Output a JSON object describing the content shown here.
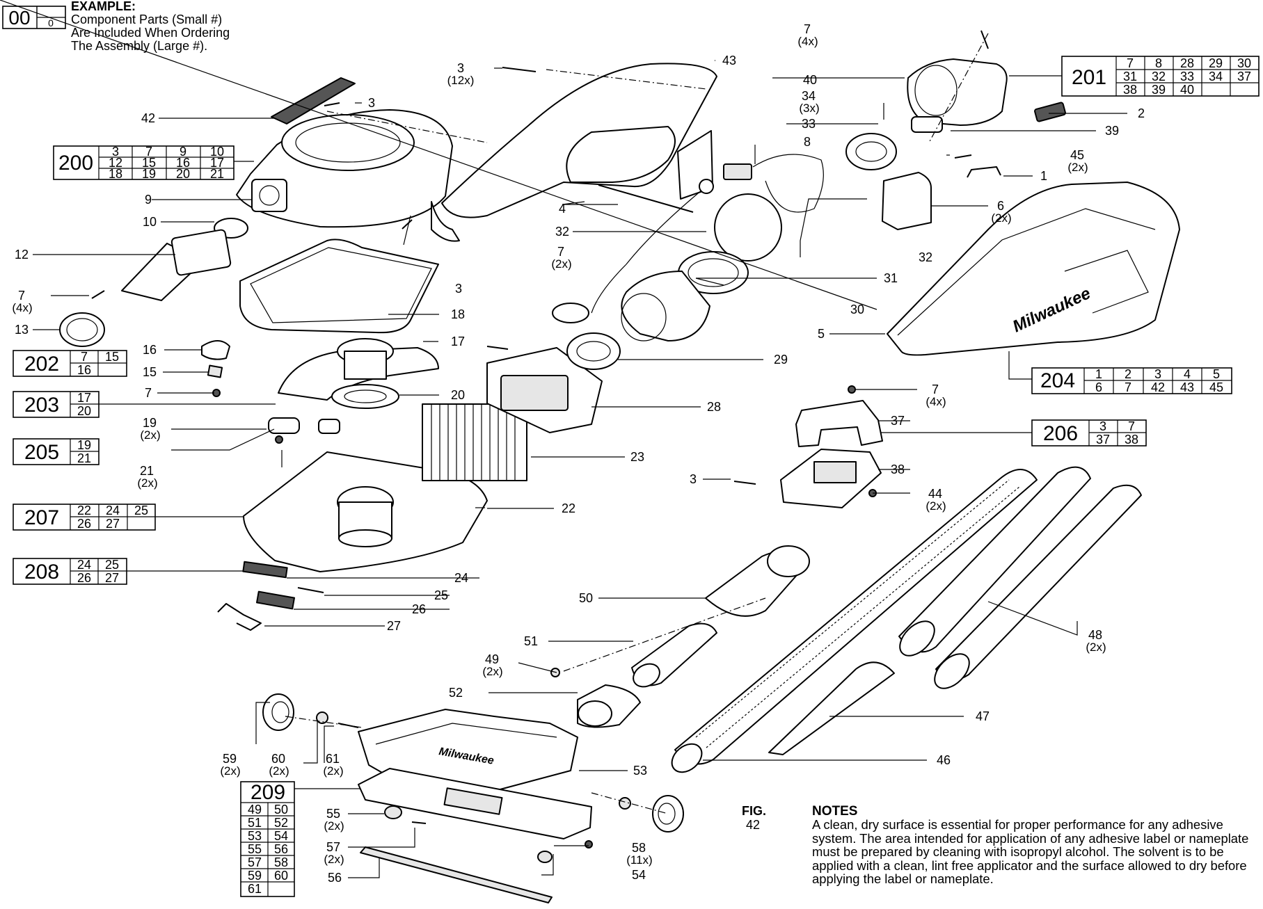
{
  "example": {
    "big_number": "00",
    "small_number": "0",
    "title": "EXAMPLE:",
    "line1": "Component Parts (Small #)",
    "line2": "Are Included When Ordering",
    "line3": "The Assembly (Large #)."
  },
  "callouts": {
    "c1": "1",
    "c2": "2",
    "c3a": "3",
    "c3b": "3",
    "c3c": "3",
    "c3d": "3",
    "c4": "4",
    "c5": "5",
    "c6": "6",
    "c7a": "7",
    "c7b": "7",
    "c7c": "7",
    "c7d": "7",
    "c7e": "7",
    "c8": "8",
    "c9": "9",
    "c10": "10",
    "c12": "12",
    "c13": "13",
    "c15": "15",
    "c16": "16",
    "c17": "17",
    "c18": "18",
    "c19": "19",
    "c20": "20",
    "c21": "21",
    "c22": "22",
    "c23": "23",
    "c24": "24",
    "c25": "25",
    "c26": "26",
    "c27": "27",
    "c28": "28",
    "c29": "29",
    "c30": "30",
    "c31": "31",
    "c32a": "32",
    "c32b": "32",
    "c33": "33",
    "c34": "34",
    "c37": "37",
    "c38": "38",
    "c39": "39",
    "c40": "40",
    "c42": "42",
    "c43": "43",
    "c44": "44",
    "c45": "45",
    "c46": "46",
    "c47": "47",
    "c48": "48",
    "c49": "49",
    "c50": "50",
    "c51": "51",
    "c52": "52",
    "c53": "53",
    "c54": "54",
    "c55": "55",
    "c56": "56",
    "c57": "57",
    "c58": "58",
    "c59": "59",
    "c60": "60",
    "c61": "61"
  },
  "quantities": {
    "q3a": "(12x)",
    "q7a": "(4x)",
    "q34": "(3x)",
    "q45": "(2x)",
    "q6": "(2x)",
    "q7b": "(2x)",
    "q7c": "(4x)",
    "q19": "(2x)",
    "q21": "(2x)",
    "q7d": "(4x)",
    "q44": "(2x)",
    "q48": "(2x)",
    "q49": "(2x)",
    "q59": "(2x)",
    "q60": "(2x)",
    "q61": "(2x)",
    "q55": "(2x)",
    "q57": "(2x)",
    "q58": "(11x)"
  },
  "assemblies": {
    "a200": {
      "id": "200",
      "parts": [
        "3",
        "7",
        "9",
        "10",
        "12",
        "15",
        "16",
        "17",
        "18",
        "19",
        "20",
        "21"
      ]
    },
    "a201": {
      "id": "201",
      "parts": [
        "7",
        "8",
        "28",
        "29",
        "30",
        "31",
        "32",
        "33",
        "34",
        "37",
        "38",
        "39",
        "40",
        "",
        ""
      ]
    },
    "a202": {
      "id": "202",
      "parts": [
        "7",
        "15",
        "16",
        ""
      ]
    },
    "a203": {
      "id": "203",
      "parts": [
        "17",
        "20"
      ]
    },
    "a204": {
      "id": "204",
      "parts": [
        "1",
        "2",
        "3",
        "4",
        "5",
        "6",
        "7",
        "42",
        "43",
        "45"
      ]
    },
    "a205": {
      "id": "205",
      "parts": [
        "19",
        "21"
      ]
    },
    "a206": {
      "id": "206",
      "parts": [
        "3",
        "7",
        "37",
        "38"
      ]
    },
    "a207": {
      "id": "207",
      "parts": [
        "22",
        "24",
        "25",
        "26",
        "27",
        ""
      ]
    },
    "a208": {
      "id": "208",
      "parts": [
        "24",
        "25",
        "26",
        "27"
      ]
    },
    "a209": {
      "id": "209",
      "parts": [
        "49",
        "50",
        "51",
        "52",
        "53",
        "54",
        "55",
        "56",
        "57",
        "58",
        "59",
        "60",
        "61",
        ""
      ]
    }
  },
  "figure": {
    "label": "FIG.",
    "number": "42"
  },
  "notes": {
    "title": "NOTES",
    "body": "A clean, dry surface is essential for proper performance for any adhesive system. The area intended for application of any adhesive label or nameplate must be prepared by cleaning with isopropyl alcohol. The solvent is to be applied with a clean, lint free applicator and the surface allowed to dry before applying the label or nameplate."
  }
}
